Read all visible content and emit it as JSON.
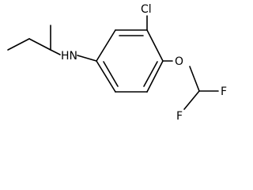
{
  "molecule": {
    "atoms": {
      "nh": "HN",
      "cl": "Cl",
      "o": "O",
      "f_right": "F",
      "f_bottom": "F"
    }
  }
}
